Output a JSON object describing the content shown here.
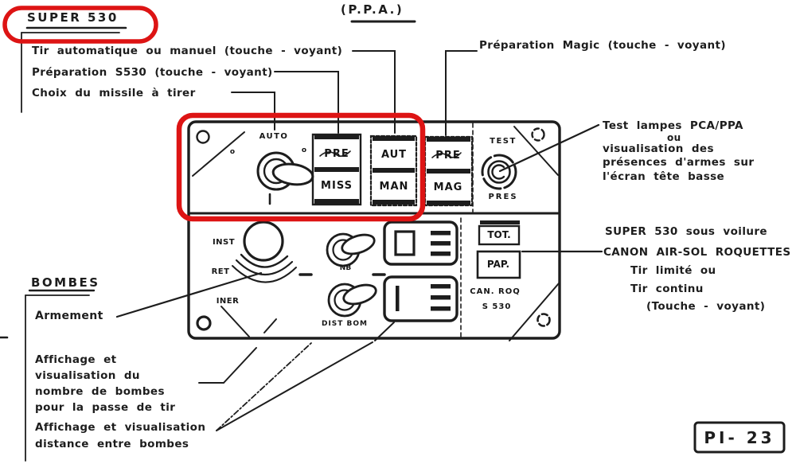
{
  "header": {
    "title": "(P.P.A.)"
  },
  "callouts": {
    "super530": {
      "title": "SUPER 530",
      "line_tir": "Tir automatique ou manuel (touche - voyant)",
      "line_prep": "Préparation S530 (touche - voyant)",
      "line_choix": "Choix du missile à tirer"
    },
    "magic": "Préparation Magic (touche - voyant)",
    "test": {
      "l1": "Test lampes PCA/PPA",
      "l2": "ou",
      "l3": "visualisation des",
      "l4": "présences d'armes sur",
      "l5": "l'écran tête basse"
    },
    "sous_voilure": {
      "l1": "SUPER 530 sous voilure",
      "l2": "CANON AIR-SOL ROQUETTES",
      "l3": "Tir limité ou",
      "l4": "Tir continu",
      "l5": "(Touche - voyant)"
    },
    "bombes": {
      "title": "BOMBES",
      "armement": "Armement",
      "aff1_l1": "Affichage et",
      "aff1_l2": "visualisation du",
      "aff1_l3": "nombre de bombes",
      "aff1_l4": "pour la passe de tir",
      "aff2_l1": "Affichage et visualisation",
      "aff2_l2": "distance entre bombes"
    }
  },
  "panel": {
    "auto_label": "AUTO",
    "pos_left": "o",
    "pos_right": "o",
    "btn_pre1": "PRE",
    "btn_miss": "MISS",
    "btn_aut": "AUT",
    "btn_man": "MAN",
    "btn_pre2": "PRE",
    "btn_mag": "MAG",
    "test_label": "TEST",
    "pres_label": "PRES",
    "pos_inst": "INST",
    "pos_ret": "RET",
    "pos_iner": "INER",
    "knob_nb": "NB",
    "knob_dist": "DIST BOM",
    "btn_tot": "TOT.",
    "btn_pap": "PAP.",
    "can_roq": "CAN. ROQ",
    "s530": "S 530"
  },
  "footer": {
    "figure_ref": "PI- 23"
  },
  "colors": {
    "ink": "#1d1d1d",
    "highlight": "#dd1414",
    "paper": "#ffffff"
  }
}
